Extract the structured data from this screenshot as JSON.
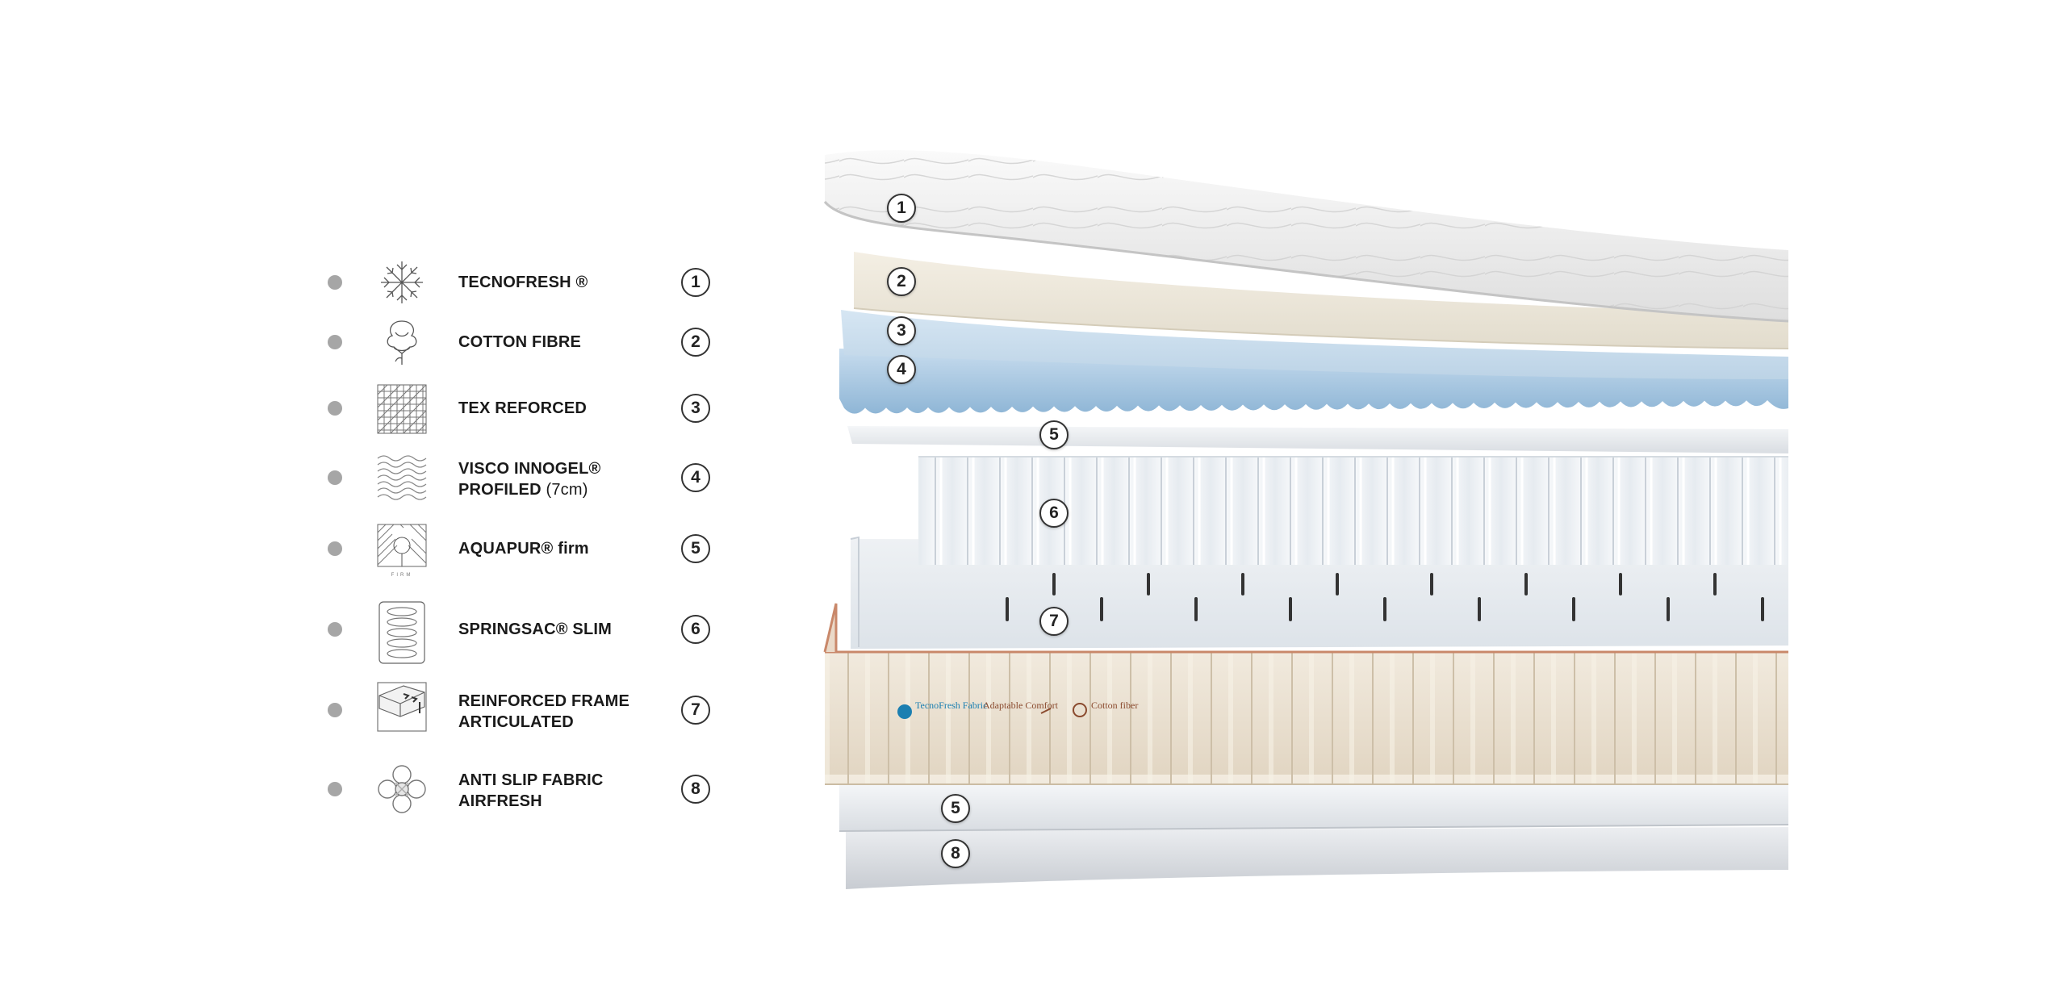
{
  "legend": [
    {
      "icon": "snowflake-icon",
      "label": "TECNOFRESH ®",
      "label2": "",
      "note": "",
      "number": "1"
    },
    {
      "icon": "cotton-flower-icon",
      "label": "COTTON FIBRE",
      "label2": "",
      "note": "",
      "number": "2"
    },
    {
      "icon": "woven-texture-icon",
      "label": "TEX REFORCED",
      "label2": "",
      "note": "",
      "number": "3"
    },
    {
      "icon": "wave-lines-icon",
      "label": "VISCO INNOGEL®",
      "label2": "PROFILED",
      "note": " (7cm)",
      "number": "4"
    },
    {
      "icon": "foam-firm-icon",
      "label": "AQUAPUR® firm",
      "label2": "",
      "note": "",
      "number": "5"
    },
    {
      "icon": "pocket-spring-icon",
      "label": "SPRINGSAC® SLIM",
      "label2": "",
      "note": "",
      "number": "6"
    },
    {
      "icon": "frame-corner-icon",
      "label": "REINFORCED FRAME",
      "label2": "ARTICULATED",
      "note": "",
      "number": "7"
    },
    {
      "icon": "quatrefoil-fabric-icon",
      "label": "ANTI SLIP FABRIC",
      "label2": "AIRFRESH",
      "note": "",
      "number": "8"
    }
  ],
  "icon_firm_caption": "FIRM",
  "callouts": [
    "1",
    "2",
    "3",
    "4",
    "5",
    "6",
    "7",
    "5",
    "8"
  ],
  "side_panel_logos": [
    "TecnoFresh Fabric",
    "Adaptable Comfort",
    "Cotton fiber"
  ],
  "colors": {
    "dot": "#a6a6a6",
    "gel_layer": "#a9c9e2",
    "side_panel": "#eadfcf",
    "piping": "#c9886a",
    "logo_blue": "#1b7fb1"
  }
}
